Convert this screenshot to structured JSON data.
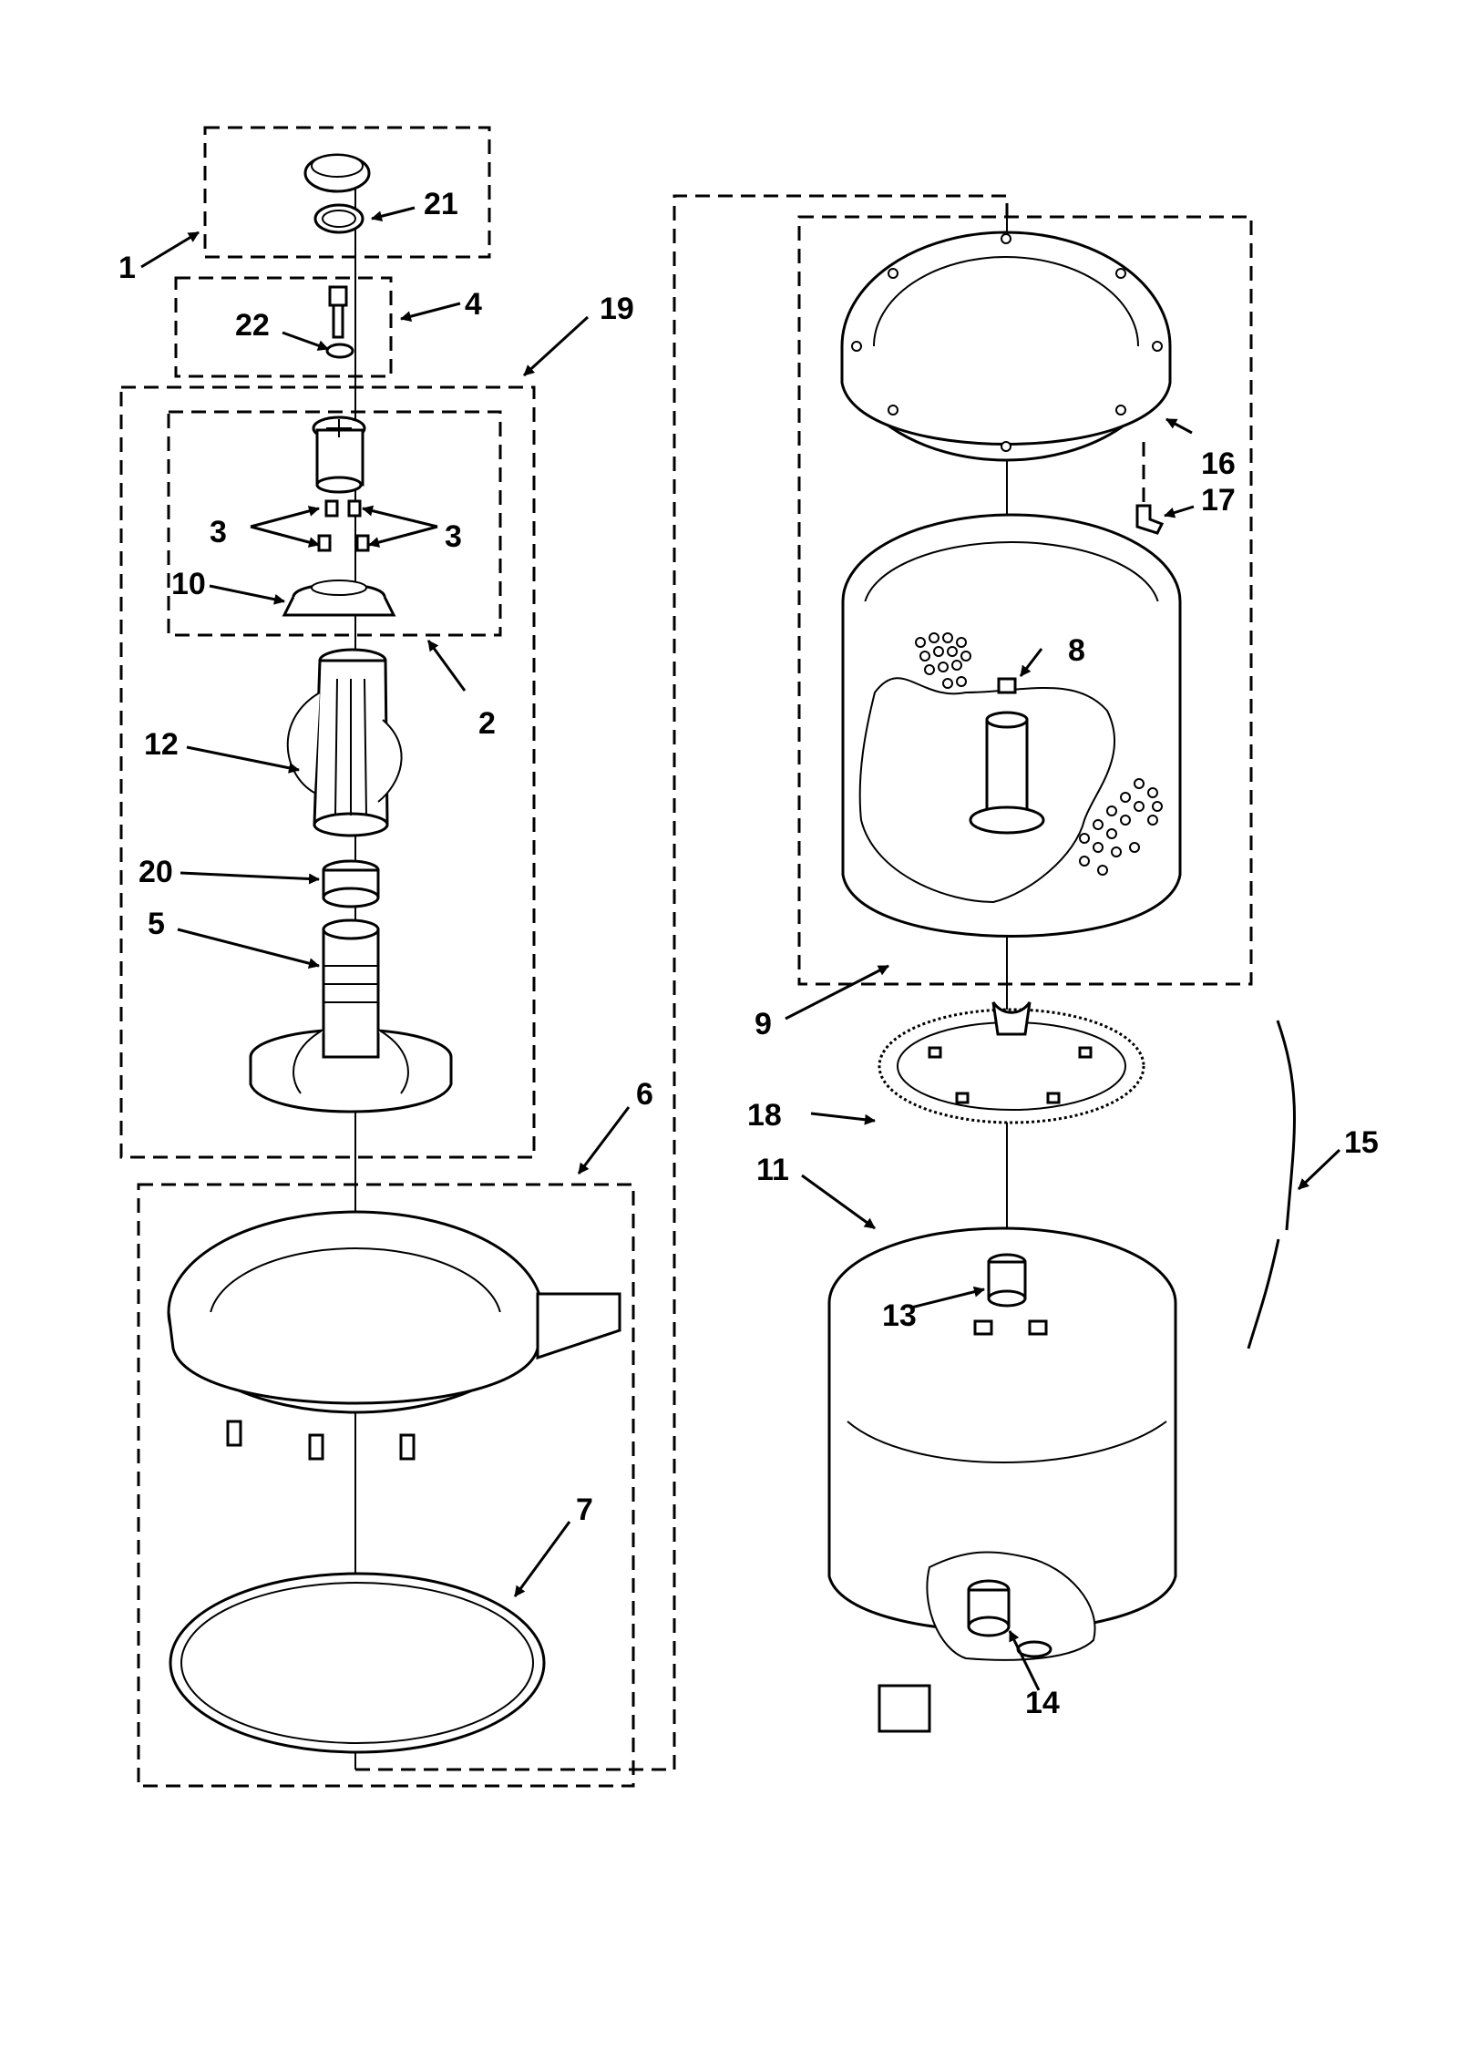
{
  "callouts": {
    "c1": "1",
    "c2": "2",
    "c3a": "3",
    "c3b": "3",
    "c4": "4",
    "c5": "5",
    "c6": "6",
    "c7": "7",
    "c8": "8",
    "c9": "9",
    "c10": "10",
    "c11": "11",
    "c12": "12",
    "c13": "13",
    "c14": "14",
    "c15": "15",
    "c16": "16",
    "c17": "17",
    "c18": "18",
    "c19": "19",
    "c20": "20",
    "c21": "21",
    "c22": "22"
  }
}
